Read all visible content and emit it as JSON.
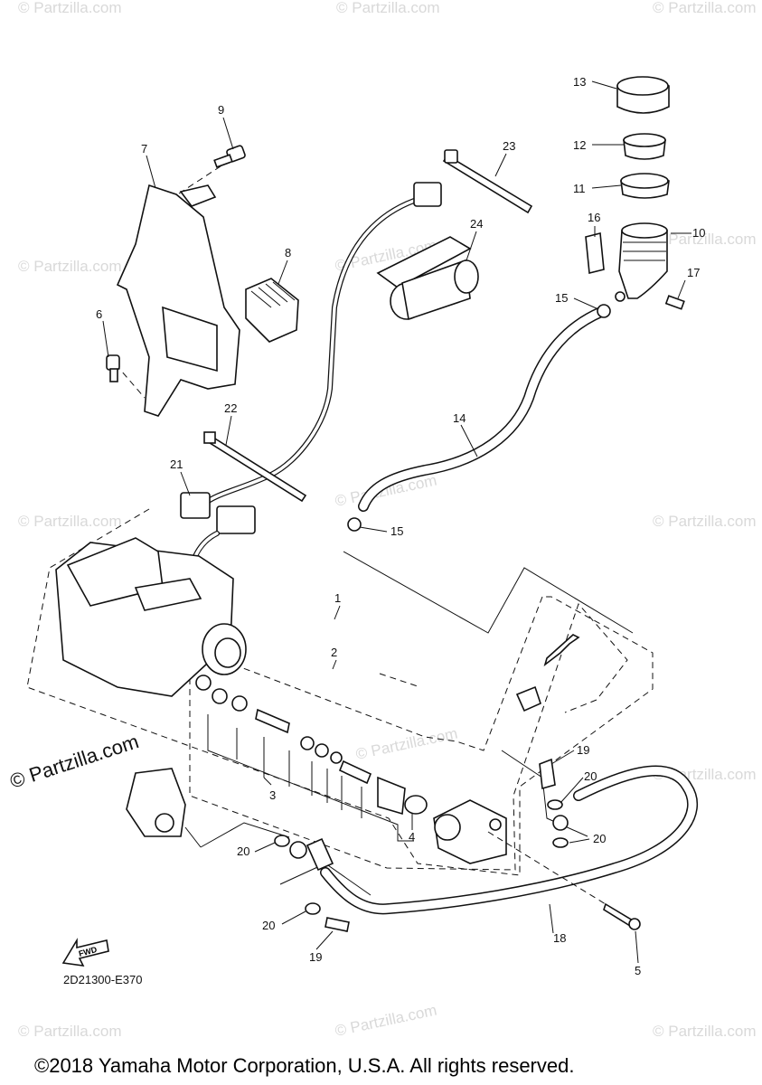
{
  "watermark": "© Partzilla.com",
  "watermark_large": "© Partzilla.com",
  "diagram_code": "2D21300-E370",
  "fwd_label": "FWD",
  "copyright": "©2018 Yamaha Motor Corporation, U.S.A. All rights reserved.",
  "callouts": [
    "1",
    "2",
    "3",
    "4",
    "5",
    "6",
    "7",
    "8",
    "9",
    "10",
    "11",
    "12",
    "13",
    "14",
    "15",
    "15",
    "16",
    "17",
    "18",
    "19",
    "19",
    "20",
    "20",
    "20",
    "20",
    "21",
    "22",
    "23",
    "24"
  ]
}
